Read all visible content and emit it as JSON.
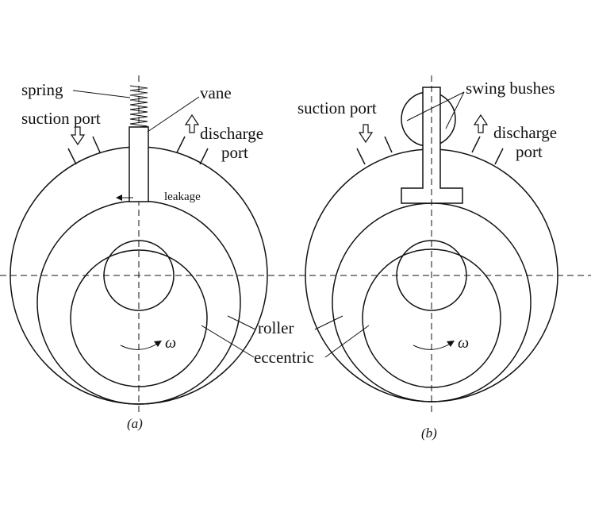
{
  "panel_a": {
    "spring_label": "spring",
    "vane_label": "vane",
    "suction_label": "suction port",
    "discharge_line1": "discharge",
    "discharge_line2": "port",
    "leakage_label": "leakage",
    "omega": "ω",
    "caption": "(a)"
  },
  "panel_b": {
    "swing_label": "swing bushes",
    "suction_label": "suction port",
    "discharge_line1": "discharge",
    "discharge_line2": "port",
    "omega": "ω",
    "caption": "(b)"
  },
  "shared": {
    "roller_label": "roller",
    "eccentric_label": "eccentric"
  }
}
